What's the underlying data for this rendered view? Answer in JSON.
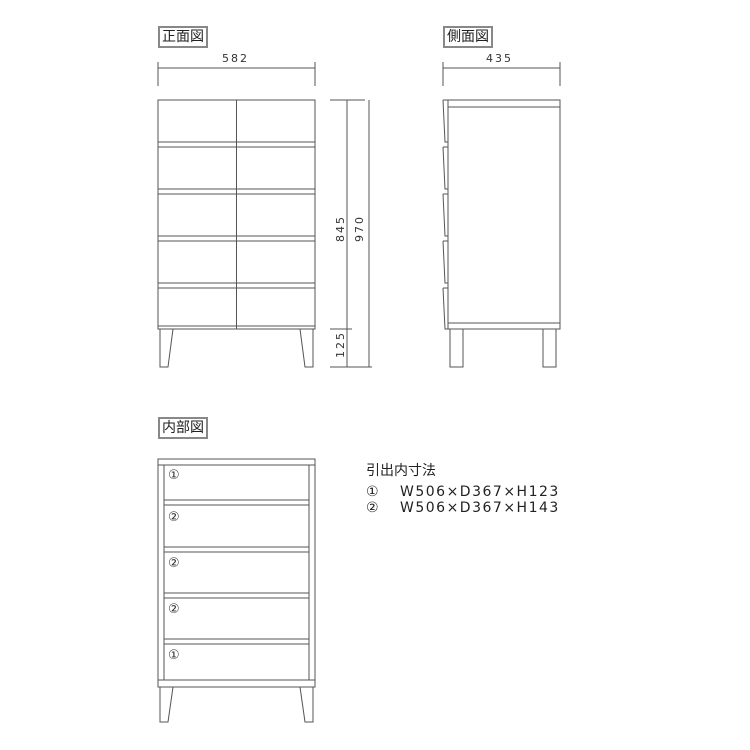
{
  "front_view": {
    "title": "正面図",
    "width_dim": "582",
    "body_height_dim": "845",
    "total_height_dim": "970",
    "leg_height_dim": "125"
  },
  "side_view": {
    "title": "側面図",
    "depth_dim": "435"
  },
  "interior_view": {
    "title": "内部図",
    "drawer_markers": [
      "①",
      "②",
      "②",
      "②",
      "①"
    ]
  },
  "drawer_specs": {
    "heading": "引出内寸法",
    "items": [
      {
        "marker": "①",
        "dims": "W506×D367×H123"
      },
      {
        "marker": "②",
        "dims": "W506×D367×H143"
      }
    ]
  },
  "colors": {
    "line": "#555555",
    "label_border": "#888888"
  }
}
